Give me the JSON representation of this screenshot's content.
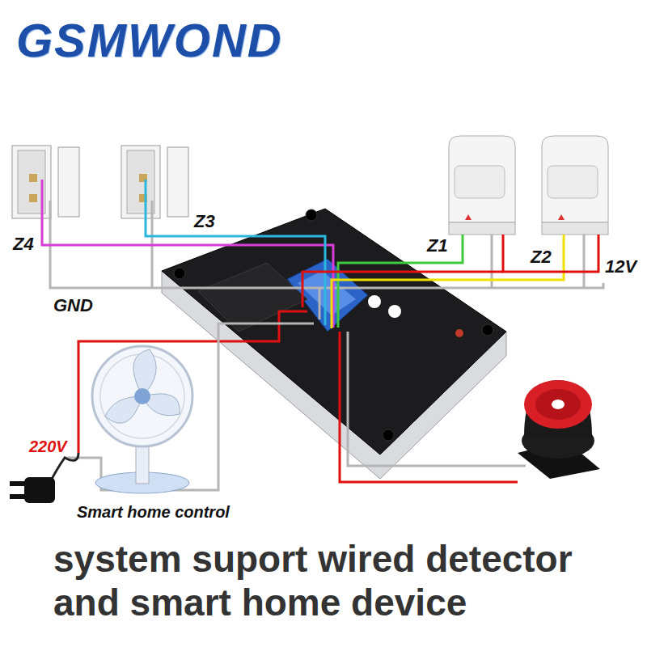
{
  "diagram": {
    "caption": "system suport wired detector and smart home device",
    "labels": [
      "GSMWOND",
      "Z4",
      "Z3",
      "Z1",
      "Z2",
      "12V",
      "GND",
      "220V",
      "Smart home control"
    ]
  }
}
